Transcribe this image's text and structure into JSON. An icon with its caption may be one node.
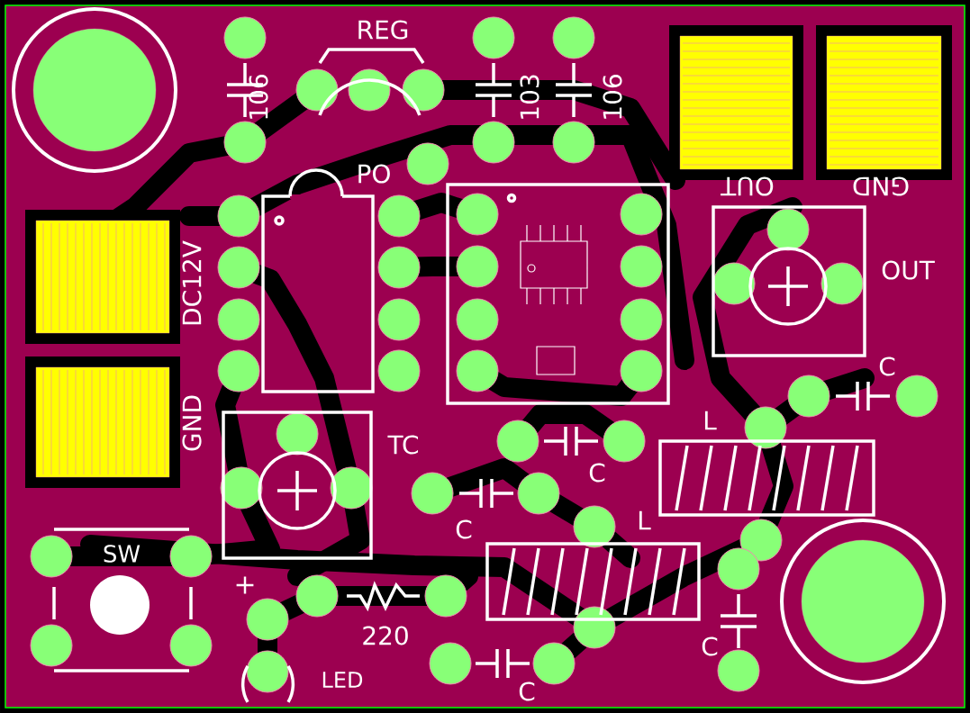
{
  "diagram": {
    "labels": [
      "REG",
      "106",
      "103",
      "106",
      "PO",
      "DC12V",
      "OUT",
      "GND",
      "OUT",
      "TC",
      "C",
      "L",
      "C",
      "L",
      "C",
      "GND",
      "SW",
      "+",
      "220",
      "C",
      "LED",
      "C"
    ]
  }
}
